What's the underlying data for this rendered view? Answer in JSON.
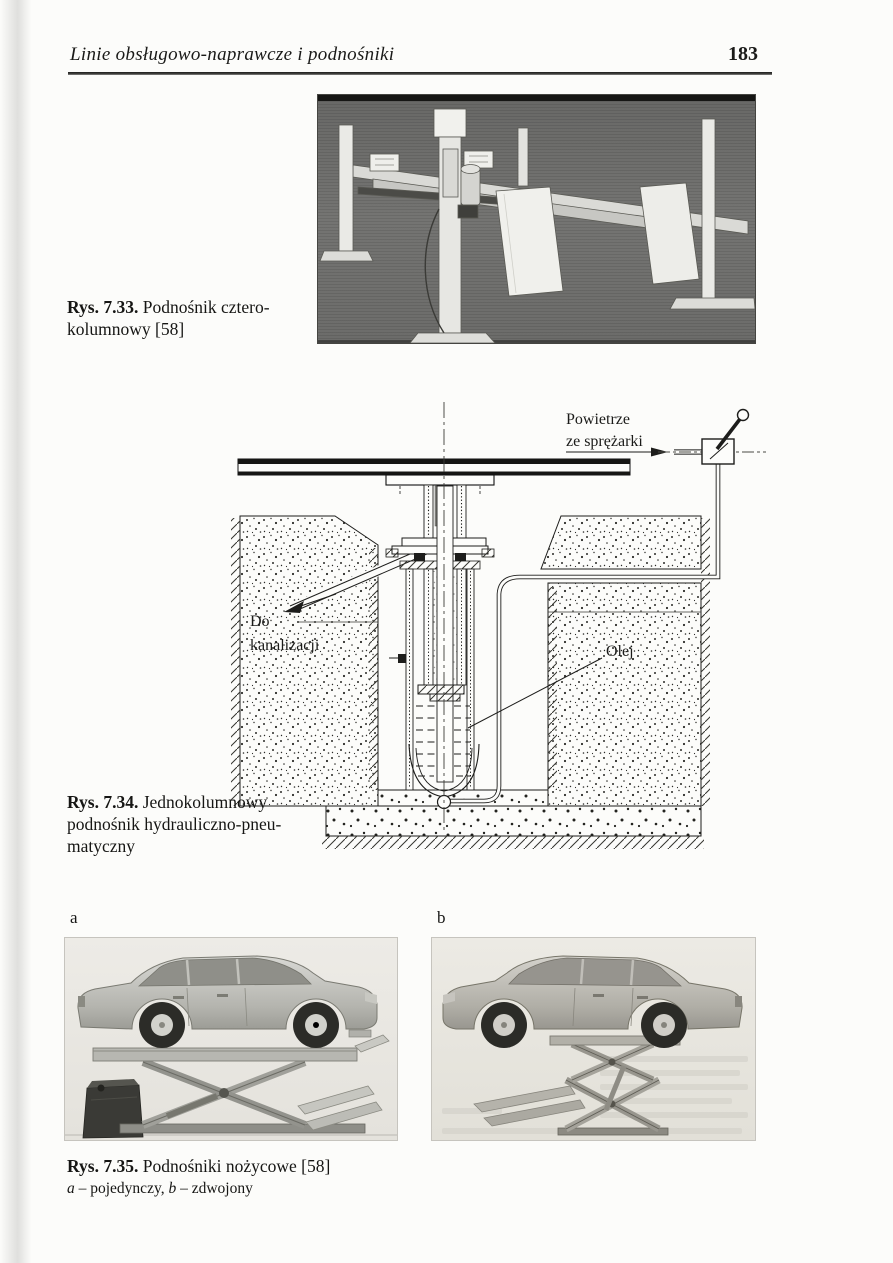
{
  "header": {
    "title": "Linie obsługowo-naprawcze i podnośniki",
    "page_number": "183"
  },
  "fig733": {
    "label": "Rys. 7.33.",
    "caption_line1": "Podnośnik cztero-",
    "caption_line2": "kolumnowy [58]"
  },
  "fig734": {
    "label": "Rys. 7.34.",
    "caption_line1": "Jednokolumnowy",
    "caption_line2": "podnośnik hydrauliczno-pneu-",
    "caption_line3": "matyczny",
    "labels": {
      "air1": "Powietrze",
      "air2": "ze sprężarki",
      "drain1": "Do",
      "drain2": "kanalizacji",
      "oil": "Olej"
    }
  },
  "fig735": {
    "label": "Rys. 7.35.",
    "caption": "Podnośniki nożycowe [58]",
    "photo_a_label": "a",
    "photo_b_label": "b",
    "sub": {
      "a_letter": "a",
      "a_text": " – pojedynczy, ",
      "b_letter": "b",
      "b_text": " – zdwojony"
    }
  },
  "colors": {
    "ink": "#1a1a18",
    "photo_dark_bg": "#6f6f6d",
    "photo_light_bg": "#ebe9e4",
    "rule": "#2e2c2a"
  }
}
